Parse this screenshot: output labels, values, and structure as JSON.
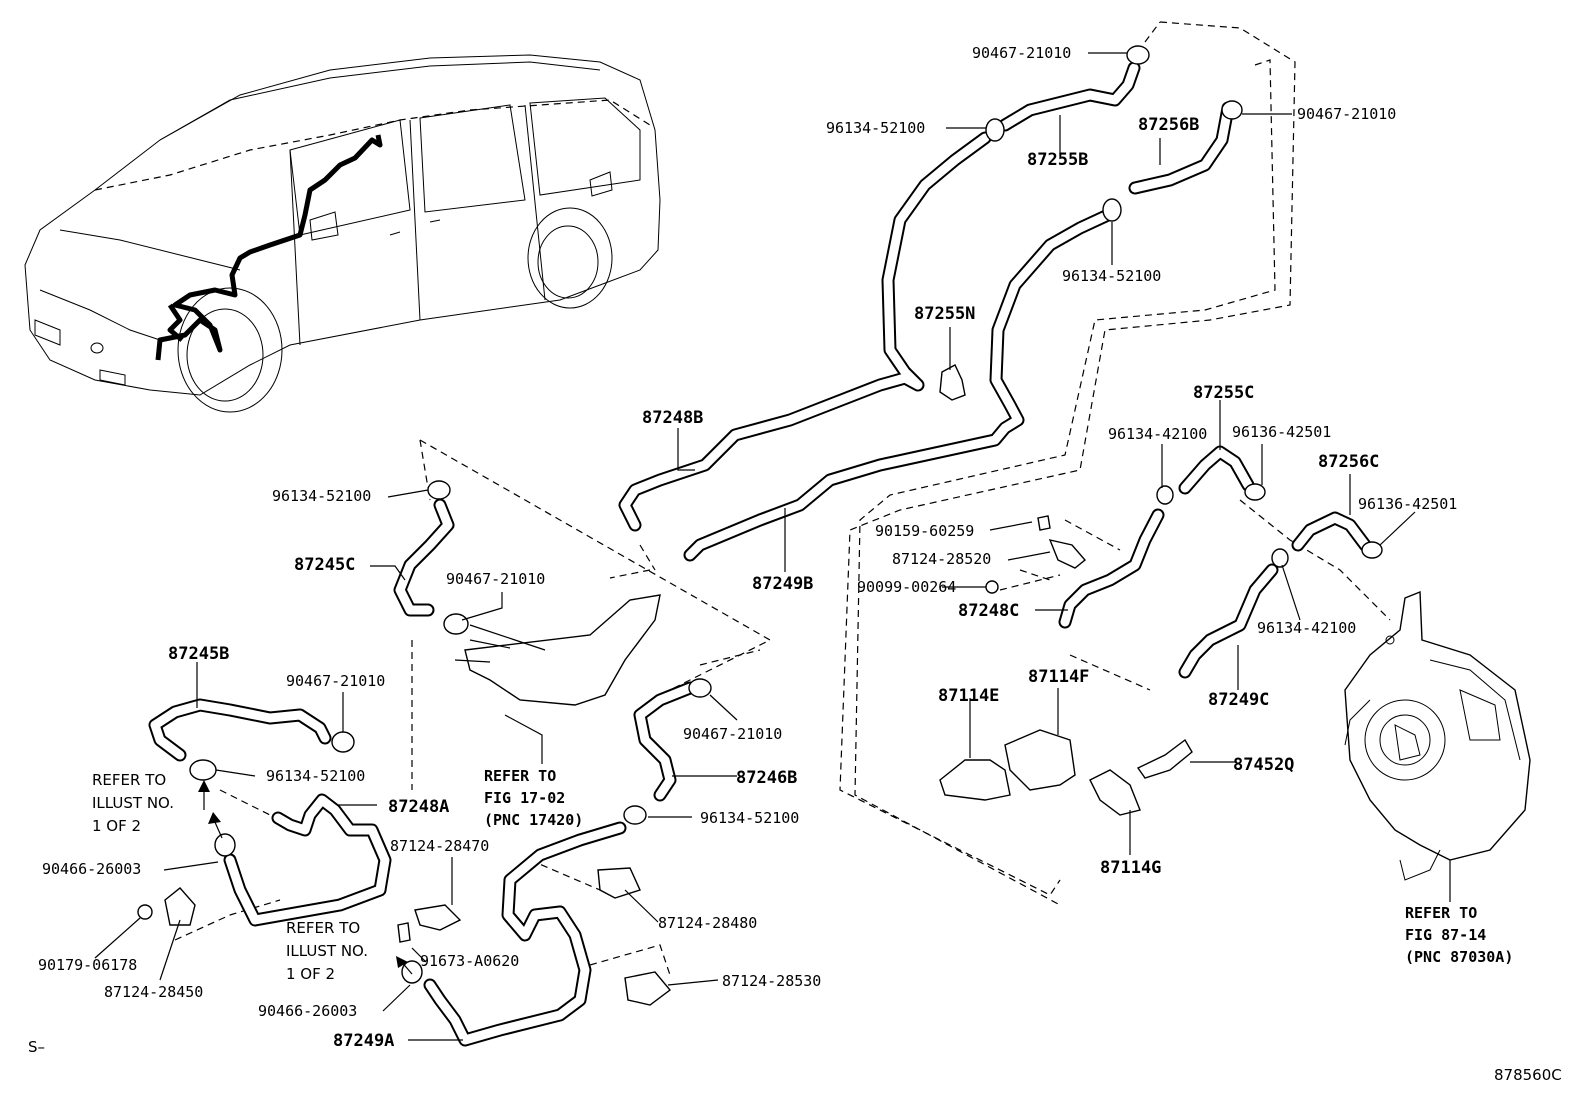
{
  "diagram": {
    "figure_code": "878560C",
    "corner_mark": "S–",
    "labels": [
      {
        "id": "p1",
        "text": "90467-21010",
        "bold": false
      },
      {
        "id": "p2",
        "text": "96134-52100",
        "bold": false
      },
      {
        "id": "p3",
        "text": "87255B",
        "bold": true
      },
      {
        "id": "p4",
        "text": "87256B",
        "bold": true
      },
      {
        "id": "p5",
        "text": "90467-21010",
        "bold": false
      },
      {
        "id": "p6",
        "text": "96134-52100",
        "bold": false
      },
      {
        "id": "p7",
        "text": "87255N",
        "bold": true
      },
      {
        "id": "p8",
        "text": "87248B",
        "bold": true
      },
      {
        "id": "p9",
        "text": "87255C",
        "bold": true
      },
      {
        "id": "p10",
        "text": "96134-42100",
        "bold": false
      },
      {
        "id": "p11",
        "text": "96136-42501",
        "bold": false
      },
      {
        "id": "p12",
        "text": "87256C",
        "bold": true
      },
      {
        "id": "p13",
        "text": "96136-42501",
        "bold": false
      },
      {
        "id": "p14",
        "text": "90159-60259",
        "bold": false
      },
      {
        "id": "p15",
        "text": "87124-28520",
        "bold": false
      },
      {
        "id": "p16",
        "text": "90099-00264",
        "bold": false
      },
      {
        "id": "p17",
        "text": "87248C",
        "bold": true
      },
      {
        "id": "p18",
        "text": "96134-42100",
        "bold": false
      },
      {
        "id": "p19",
        "text": "87249B",
        "bold": true
      },
      {
        "id": "p20",
        "text": "96134-52100",
        "bold": false
      },
      {
        "id": "p21",
        "text": "87245C",
        "bold": true
      },
      {
        "id": "p22",
        "text": "90467-21010",
        "bold": false
      },
      {
        "id": "p23",
        "text": "87245B",
        "bold": true
      },
      {
        "id": "p24",
        "text": "90467-21010",
        "bold": false
      },
      {
        "id": "p25",
        "text": "96134-52100",
        "bold": false
      },
      {
        "id": "p26",
        "text": "87248A",
        "bold": true
      },
      {
        "id": "p27",
        "text": "90467-21010",
        "bold": false
      },
      {
        "id": "p28",
        "text": "87246B",
        "bold": true
      },
      {
        "id": "p29",
        "text": "96134-52100",
        "bold": false
      },
      {
        "id": "p30",
        "text": "87114E",
        "bold": true
      },
      {
        "id": "p31",
        "text": "87114F",
        "bold": true
      },
      {
        "id": "p32",
        "text": "87452Q",
        "bold": true
      },
      {
        "id": "p33",
        "text": "87249C",
        "bold": true
      },
      {
        "id": "p34",
        "text": "87114G",
        "bold": true
      },
      {
        "id": "p35",
        "text": "87124-28470",
        "bold": false
      },
      {
        "id": "p36",
        "text": "87124-28480",
        "bold": false
      },
      {
        "id": "p37",
        "text": "90466-26003",
        "bold": false
      },
      {
        "id": "p38",
        "text": "91673-A0620",
        "bold": false
      },
      {
        "id": "p39",
        "text": "87124-28530",
        "bold": false
      },
      {
        "id": "p40",
        "text": "90179-06178",
        "bold": false
      },
      {
        "id": "p41",
        "text": "87124-28450",
        "bold": false
      },
      {
        "id": "p42",
        "text": "90466-26003",
        "bold": false
      },
      {
        "id": "p43",
        "text": "87249A",
        "bold": true
      }
    ],
    "notes": [
      {
        "id": "n1",
        "lines": [
          "REFER TO",
          "ILLUST NO.",
          "1 OF 2"
        ]
      },
      {
        "id": "n2",
        "lines": [
          "REFER TO",
          "ILLUST NO.",
          "1 OF 2"
        ]
      },
      {
        "id": "n3",
        "lines": [
          "REFER TO",
          "FIG 17-02",
          "(PNC 17420)"
        ]
      },
      {
        "id": "n4",
        "lines": [
          "REFER TO",
          "FIG 87-14",
          "(PNC 87030A)"
        ]
      }
    ]
  }
}
